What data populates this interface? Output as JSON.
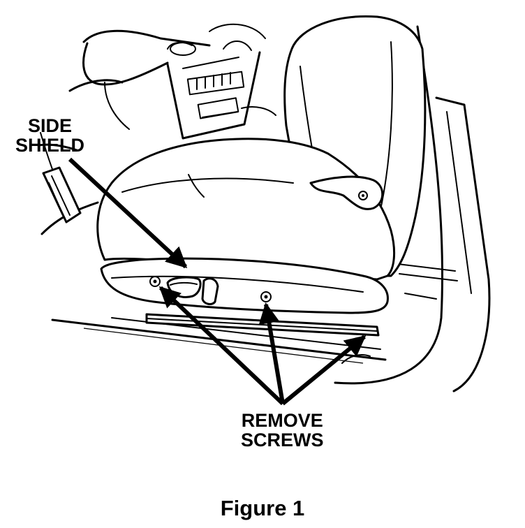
{
  "callouts": {
    "side_shield": [
      "SIDE",
      "SHIELD"
    ],
    "remove_screws": [
      "REMOVE",
      "SCREWS"
    ]
  },
  "caption": "Figure 1"
}
